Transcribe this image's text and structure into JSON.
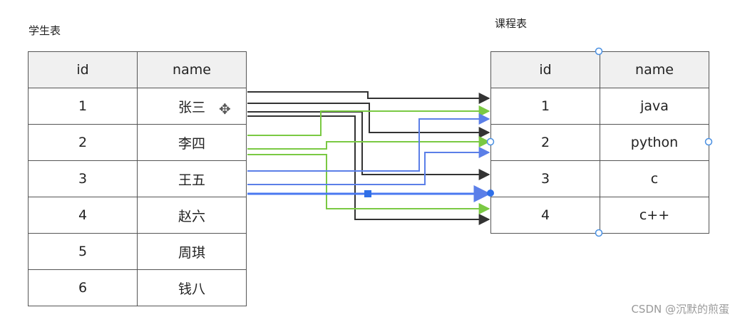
{
  "student_table": {
    "caption": "学生表",
    "headers": [
      "id",
      "name"
    ],
    "rows": [
      {
        "id": "1",
        "name": "张三"
      },
      {
        "id": "2",
        "name": "李四"
      },
      {
        "id": "3",
        "name": "王五"
      },
      {
        "id": "4",
        "name": "赵六"
      },
      {
        "id": "5",
        "name": "周琪"
      },
      {
        "id": "6",
        "name": "钱八"
      }
    ]
  },
  "course_table": {
    "caption": "课程表",
    "headers": [
      "id",
      "name"
    ],
    "rows": [
      {
        "id": "1",
        "name": "java"
      },
      {
        "id": "2",
        "name": "python"
      },
      {
        "id": "3",
        "name": "c"
      },
      {
        "id": "4",
        "name": "c++"
      }
    ]
  },
  "links": [
    {
      "from_student": "1",
      "to_course": "1",
      "color": "#333333"
    },
    {
      "from_student": "1",
      "to_course": "2",
      "color": "#333333"
    },
    {
      "from_student": "1",
      "to_course": "3",
      "color": "#333333"
    },
    {
      "from_student": "1",
      "to_course": "4",
      "color": "#333333"
    },
    {
      "from_student": "2",
      "to_course": "1",
      "color": "#7ac943"
    },
    {
      "from_student": "2",
      "to_course": "2",
      "color": "#7ac943"
    },
    {
      "from_student": "2",
      "to_course": "4",
      "color": "#7ac943"
    },
    {
      "from_student": "3",
      "to_course": "1",
      "color": "#5b7fe8"
    },
    {
      "from_student": "3",
      "to_course": "2",
      "color": "#5b7fe8"
    },
    {
      "from_student": "3",
      "to_course": "3",
      "color": "#4a78f0"
    }
  ],
  "watermark": "CSDN @沉默的煎蛋",
  "icons": {
    "move": "move-icon"
  }
}
